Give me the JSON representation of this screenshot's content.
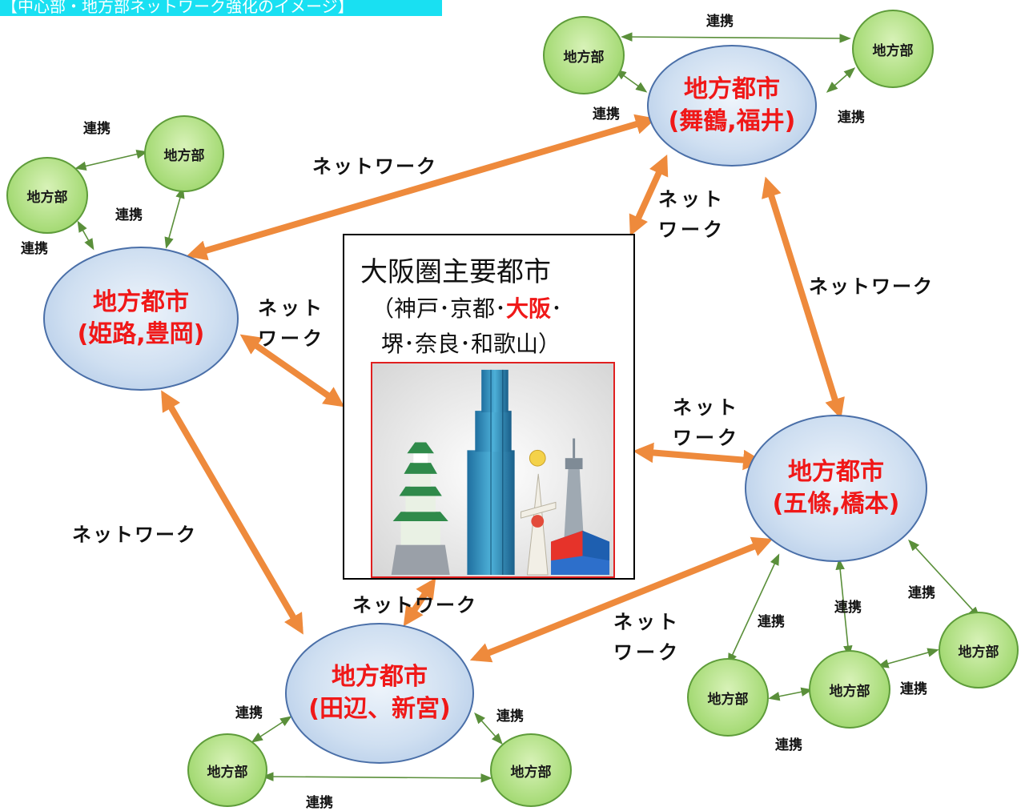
{
  "title": "【中心部・地方部ネットワーク強化のイメージ】",
  "center": {
    "title": "大阪圏主要都市",
    "cities_line1_prefix": "（神戸･京都･",
    "cities_line1_highlight": "大阪",
    "cities_line1_suffix": "･",
    "cities_line2": "堺･奈良･和歌山）"
  },
  "regional_cities": [
    {
      "line1": "地方都市",
      "line2": "(舞鶴,福井)"
    },
    {
      "line1": "地方都市",
      "line2": "(姫路,豊岡)"
    },
    {
      "line1": "地方都市",
      "line2": "(五條,橋本)"
    },
    {
      "line1": "地方都市",
      "line2": "(田辺、新宮)"
    }
  ],
  "branch_label": "地方部",
  "network_label": "ネットワーク",
  "network_label_split": [
    "ネット",
    "ワーク"
  ],
  "cooperation_label": "連携",
  "colors": {
    "city_text": "#f01818",
    "network_arrow": "#ee8a3c",
    "cooperation_line": "#5a8f3a",
    "title_bg": "#19e0f2"
  }
}
